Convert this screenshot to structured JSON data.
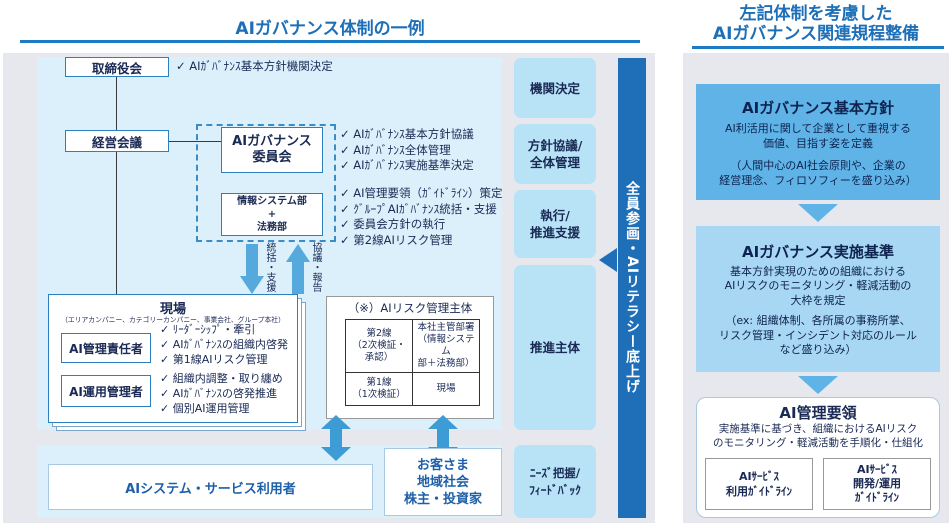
{
  "left_title": "AIガバナンス体制の一例",
  "right_title": [
    "左記体制を考慮した",
    "AIガバナンス関連規程整備"
  ],
  "org": {
    "board": "取締役会",
    "board_bullets": [
      "AIｶﾞﾊﾞﾅﾝｽ基本方針機関決定"
    ],
    "mgmt": "経営会議",
    "committee": [
      "AIガバナンス",
      "委員会"
    ],
    "committee_bullets": [
      "AIｶﾞﾊﾞﾅﾝｽ基本方針協議",
      "AIｶﾞﾊﾞﾅﾝｽ全体管理",
      "AIｶﾞﾊﾞﾅﾝｽ実施基準決定"
    ],
    "dept": [
      "情報システム部",
      "+",
      "法務部"
    ],
    "dept_bullets": [
      "AI管理要領（ｶﾞｲﾄﾞﾗｲﾝ）策定",
      "ｸﾞﾙｰﾌﾟAIｶﾞﾊﾞﾅﾝｽ統括・支援",
      "委員会方針の執行",
      "第2線AIリスク管理"
    ],
    "arrow_down_label": "統括・支援",
    "arrow_up_label": "協議・報告",
    "site_title": "現場",
    "site_sub": "（エリアカンパニー、カテゴリーカンパニー、事業会社、グループ本社）",
    "ai_manager": "AI管理責任者",
    "ai_manager_bullets": [
      "ﾘｰﾀﾞｰｼｯﾌﾟ・牽引",
      "AIｶﾞﾊﾞﾅﾝｽの組織内啓発",
      "第1線AIリスク管理"
    ],
    "ai_operator": "AI運用管理者",
    "ai_operator_bullets": [
      "組織内調整・取り纏め",
      "AIｶﾞﾊﾞﾅﾝｽの啓発推進",
      "個別AI運用管理"
    ],
    "risk_title": "（※）AIリスク管理主体",
    "risk_table": [
      [
        "第2線",
        "（2次検証・",
        "承認）"
      ],
      [
        "本社主管部署",
        "（情報システム",
        "部＋法務部）"
      ],
      [
        "第1線",
        "（1次検証）"
      ],
      [
        "現場"
      ]
    ],
    "users": "AIシステム・サービス利用者",
    "stakeholders": [
      "お客さま",
      "地域社会",
      "株主・投資家"
    ]
  },
  "stages": [
    [
      "機関決定"
    ],
    [
      "方針協議/",
      "全体管理"
    ],
    [
      "執行/",
      "推進支援"
    ],
    [
      "推進主体"
    ],
    [
      "ﾆｰｽﾞ把握/",
      "ﾌｨｰﾄﾞﾊﾞｯｸ"
    ]
  ],
  "vertical_banner": "全員参画・AIリテラシー底上げ",
  "right": {
    "policy_title": "AIガバナンス基本方針",
    "policy_lines": [
      "AI利活用に関して企業として重視する",
      "価値、目指す姿を定義",
      "",
      "（人間中心のAI社会原則や、企業の",
      "経営理念、フィロソフィーを盛り込み）"
    ],
    "standard_title": "AIガバナンス実施基準",
    "standard_lines": [
      "基本方針実現のための組織における",
      "AIリスクのモニタリング・軽減活動の",
      "大枠を規定",
      "",
      "（ex: 組織体制、各所属の事務所掌、",
      "リスク管理・インシデント対応のルール",
      "など盛り込み）"
    ],
    "rules_title": "AI管理要領",
    "rules_lines": [
      "実施基準に基づき、組織におけるAIリスク",
      "のモニタリング・軽減活動を手順化・仕組化"
    ],
    "guide1": [
      "AIｻｰﾋﾞｽ",
      "利用ｶﾞｲﾄﾞﾗｲﾝ"
    ],
    "guide2": [
      "AIｻｰﾋﾞｽ",
      "開発/運用",
      "ｶﾞｲﾄﾞﾗｲﾝ"
    ]
  },
  "colors": {
    "accent": "#1d7bc4",
    "light_blue": "#dcf0fb",
    "stage_blue": "#b8e3f7",
    "banner_blue": "#1f6fb8",
    "grey_bg": "#e6e8ee",
    "navy_text": "#1a2a55"
  }
}
